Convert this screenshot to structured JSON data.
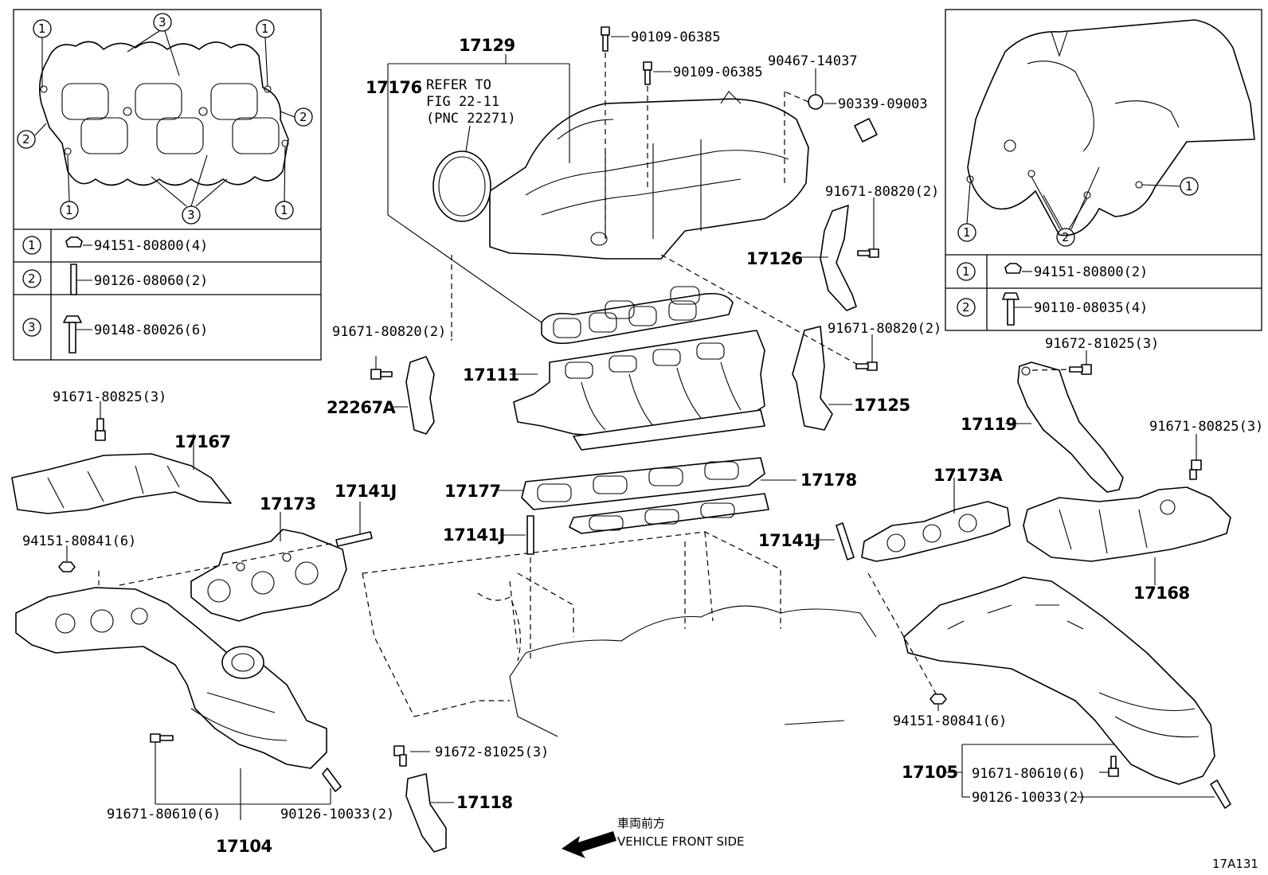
{
  "left_legend": {
    "rows": [
      {
        "num": "1",
        "part": "94151-80800(4)"
      },
      {
        "num": "2",
        "part": "90126-08060(2)"
      },
      {
        "num": "3",
        "part": "90148-80026(6)"
      }
    ],
    "callouts": [
      "1",
      "3",
      "1",
      "2",
      "2",
      "1",
      "3",
      "1"
    ]
  },
  "right_legend": {
    "rows": [
      {
        "num": "1",
        "part": "94151-80800(2)"
      },
      {
        "num": "2",
        "part": "90110-08035(4)"
      }
    ],
    "callouts": [
      "1",
      "1",
      "2"
    ]
  },
  "labels": {
    "p17129": "17129",
    "p17176": "17176",
    "refer1": "REFER TO",
    "refer2": "FIG 22-11",
    "refer3": "(PNC 22271)",
    "b1": "90109-06385",
    "b2": "90109-06385",
    "b3": "90467-14037",
    "b4": "90339-09003",
    "b5": "91671-80820(2)",
    "p17126": "17126",
    "b6": "91671-80820(2)",
    "b7": "91671-80820(2)",
    "p22267A": "22267A",
    "p17111": "17111",
    "p17125": "17125",
    "b8": "91672-81025(3)",
    "p17119": "17119",
    "b9": "91671-80825(3)",
    "b10": "91671-80825(3)",
    "p17167": "17167",
    "p17173": "17173",
    "p17141J_a": "17141J",
    "p17177": "17177",
    "p17178": "17178",
    "p17173A": "17173A",
    "p17141J_b": "17141J",
    "p17141J_c": "17141J",
    "b11": "94151-80841(6)",
    "p17168": "17168",
    "b12": "94151-80841(6)",
    "p17105": "17105",
    "b13": "91671-80610(6)",
    "b14": "90126-10033(2)",
    "b15": "91672-81025(3)",
    "p17118": "17118",
    "b16": "91671-80610(6)",
    "b17": "90126-10033(2)",
    "p17104": "17104",
    "front_jp": "車両前方",
    "front_en": "VEHICLE FRONT SIDE",
    "fig_code": "17A131"
  }
}
